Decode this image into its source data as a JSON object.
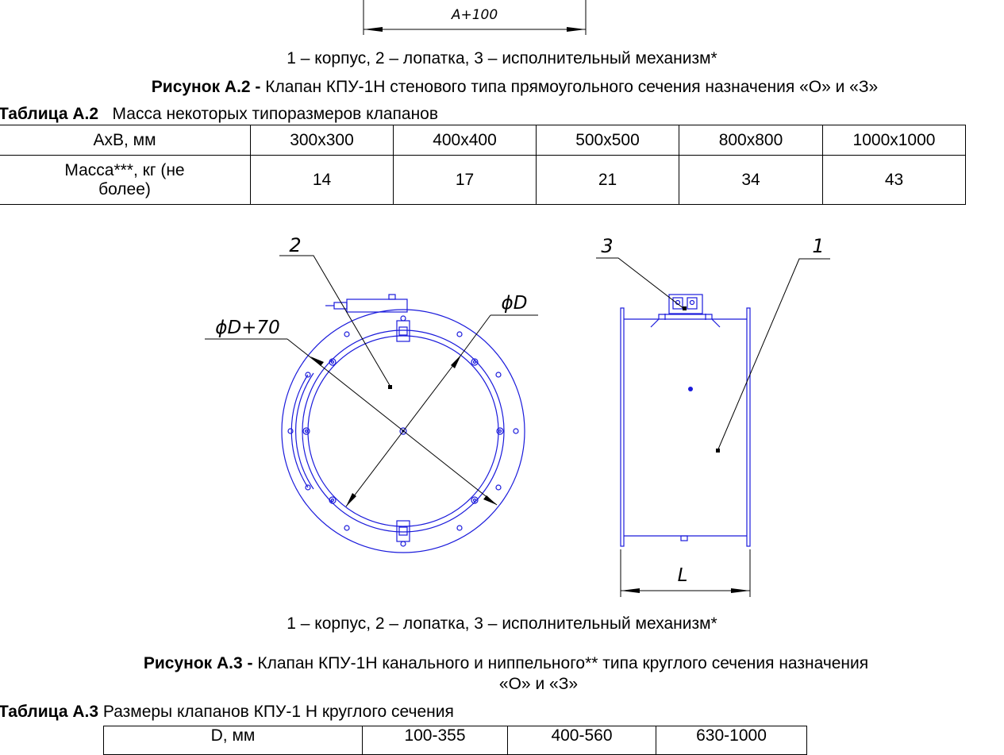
{
  "top_dimension": {
    "label": "A+100"
  },
  "figure_a2": {
    "legend": "1 – корпус, 2 – лопатка, 3 – исполнительный механизм*",
    "caption_label": "Рисунок А.2 -",
    "caption_text": " Клапан КПУ-1Н стенового типа прямоугольного сечения назначения «О» и «З»"
  },
  "table_a2": {
    "caption_label": "Таблица А.2",
    "caption_text": "   Масса некоторых типоразмеров клапанов",
    "header": [
      "АхВ, мм",
      "300х300",
      "400х400",
      "500х500",
      "800х800",
      "1000х1000"
    ],
    "row": [
      "Масса***, кг (не более)",
      "14",
      "17",
      "21",
      "34",
      "43"
    ]
  },
  "drawing_a3": {
    "label_2": "2",
    "label_3": "3",
    "label_1": "1",
    "dim_outer": "ϕD+70",
    "dim_inner": "ϕD",
    "dim_length": "L"
  },
  "figure_a3": {
    "legend": "1 – корпус, 2 – лопатка, 3 – исполнительный механизм*",
    "caption_label": "Рисунок А.3 -",
    "caption_text_line1": " Клапан КПУ-1Н канального и ниппельного** типа круглого сечения назначения",
    "caption_text_line2": "«О» и «З»"
  },
  "table_a3": {
    "caption_label": "Таблица А.3",
    "caption_text": " Размеры клапанов КПУ-1 Н круглого сечения",
    "header": [
      "D, мм",
      "100-355",
      "400-560",
      "630-1000"
    ]
  },
  "colors": {
    "drawing_line": "#1a1adb",
    "dimension_line": "#000000"
  }
}
